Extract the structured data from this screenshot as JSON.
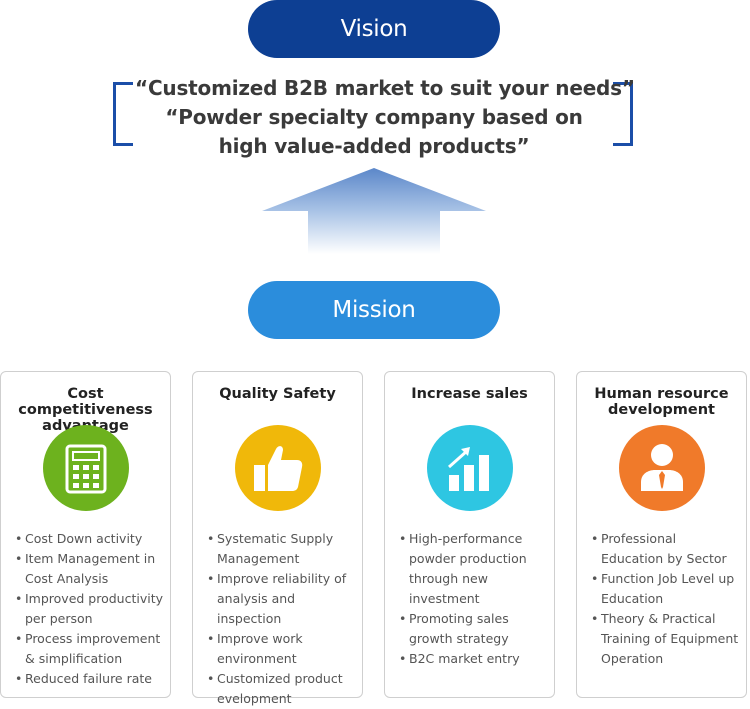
{
  "vision": {
    "label": "Vision",
    "lines": [
      "“Customized B2B market to suit your needs”",
      "“Powder specialty company based on",
      "high value-added products”"
    ]
  },
  "mission": {
    "label": "Mission"
  },
  "colors": {
    "vision_pill": "#0d3f93",
    "mission_pill": "#2b8ddc",
    "bracket": "#1b4ea8",
    "icon_cost": "#6db21e",
    "icon_quality": "#f0b80a",
    "icon_sales": "#2ec6e2",
    "icon_hr": "#f07a2a"
  },
  "cards": [
    {
      "title": "Cost competitiveness advantage",
      "icon": "calculator-icon",
      "items": [
        "Cost Down activity",
        "Item Management in Cost Analysis",
        "Improved productivity per person",
        "Process improvement & simplification",
        "Reduced failure rate"
      ]
    },
    {
      "title": "Quality Safety",
      "icon": "thumbs-up-icon",
      "items": [
        "Systematic Supply Management",
        "Improve reliability of analysis and inspection",
        "Improve work environment",
        "Customized product evelopment"
      ]
    },
    {
      "title": "Increase sales",
      "icon": "growth-chart-icon",
      "items": [
        "High-performance powder production through new investment",
        "Promoting sales growth strategy",
        "B2C market entry"
      ]
    },
    {
      "title": "Human resource development",
      "icon": "person-icon",
      "items": [
        "Professional Education by Sector",
        "Function Job Level up Education",
        "Theory & Practical Training of Equipment Operation"
      ]
    }
  ]
}
